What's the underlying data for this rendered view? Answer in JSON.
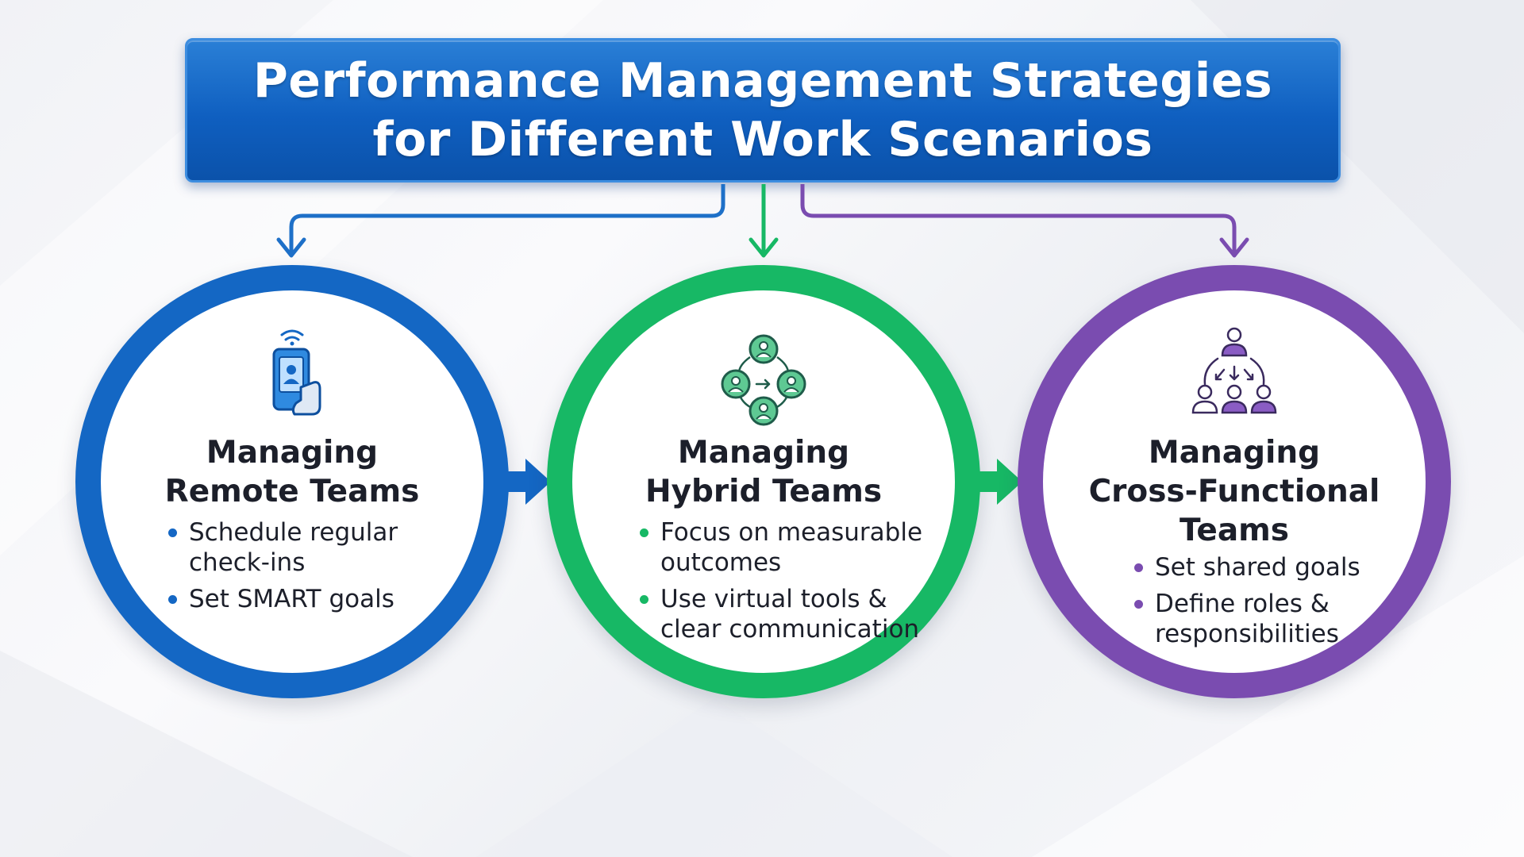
{
  "title": {
    "line1": "Performance Management Strategies",
    "line2": "for Different Work Scenarios"
  },
  "colors": {
    "remote": "#1467c4",
    "hybrid": "#17b865",
    "cross": "#7a4cb0",
    "banner": "#0f5fc0"
  },
  "cards": [
    {
      "key": "remote",
      "icon": "smartphone-video-call-icon",
      "title_lines": [
        "Managing",
        "Remote Teams"
      ],
      "bullets": [
        "Schedule regular check-ins",
        "Set SMART goals"
      ]
    },
    {
      "key": "hybrid",
      "icon": "people-network-icon",
      "title_lines": [
        "Managing",
        "Hybrid Teams"
      ],
      "bullets": [
        "Focus on measurable outcomes",
        "Use virtual tools & clear communication"
      ]
    },
    {
      "key": "cross",
      "icon": "team-hierarchy-icon",
      "title_lines": [
        "Managing",
        "Cross-Functional",
        "Teams"
      ],
      "bullets": [
        "Set shared goals",
        "Define roles & responsibilities"
      ]
    }
  ]
}
